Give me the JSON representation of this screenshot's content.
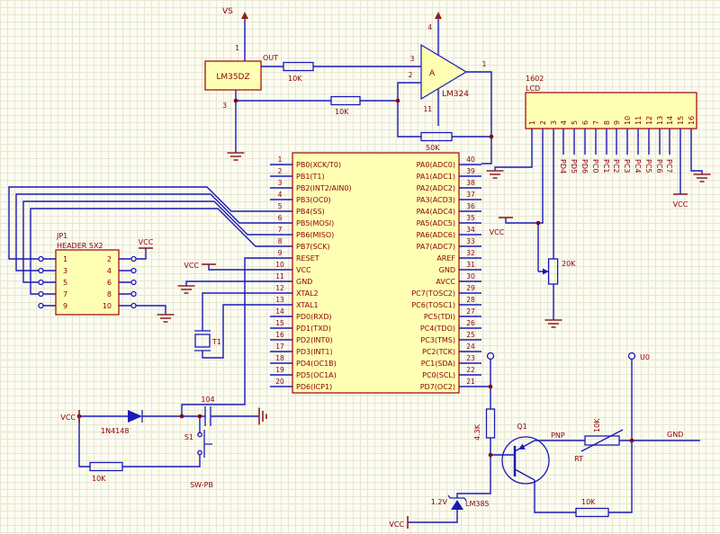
{
  "power": {
    "vs": "VS",
    "vcc": "VCC"
  },
  "amp": {
    "sensor": "LM35DZ",
    "sensor_pin1": "1",
    "sensor_pin3": "3",
    "out_net": "OUT",
    "r_in": "10K",
    "r_gnd": "10K",
    "r_fb": "50K",
    "ic": "LM324",
    "unit": "A",
    "pin_noninv": "3",
    "pin_inv": "2",
    "pin_out": "1",
    "pin_vplus": "4",
    "pin_vminus": "11"
  },
  "lcd": {
    "ref": "1602",
    "name": "LCD",
    "pins": [
      "1",
      "2",
      "3",
      "4",
      "5",
      "6",
      "7",
      "8",
      "9",
      "10",
      "11",
      "12",
      "13",
      "14",
      "15",
      "16"
    ],
    "nets": [
      "PD4",
      "PD5",
      "PD6",
      "PC0",
      "PC1",
      "PC2",
      "PC3",
      "PC4",
      "PC5",
      "PC6",
      "PC7"
    ],
    "contrast_pot": "20K"
  },
  "mcu": {
    "left": [
      {
        "n": "1",
        "name": "PB0(XCK/T0)"
      },
      {
        "n": "2",
        "name": "PB1(T1)"
      },
      {
        "n": "3",
        "name": "PB2(INT2/AIN0)"
      },
      {
        "n": "4",
        "name": "PB3(OC0)"
      },
      {
        "n": "5",
        "name": "PB4(SS)"
      },
      {
        "n": "6",
        "name": "PB5(MOSI)"
      },
      {
        "n": "7",
        "name": "PB6(MISO)"
      },
      {
        "n": "8",
        "name": "PB7(SCK)"
      },
      {
        "n": "9",
        "name": "RESET"
      },
      {
        "n": "10",
        "name": "VCC"
      },
      {
        "n": "11",
        "name": "GND"
      },
      {
        "n": "12",
        "name": "XTAL2"
      },
      {
        "n": "13",
        "name": "XTAL1"
      },
      {
        "n": "14",
        "name": "PD0(RXD)"
      },
      {
        "n": "15",
        "name": "PD1(TXD)"
      },
      {
        "n": "16",
        "name": "PD2(INT0)"
      },
      {
        "n": "17",
        "name": "PD3(INT1)"
      },
      {
        "n": "18",
        "name": "PD4(OC1B)"
      },
      {
        "n": "19",
        "name": "PD5(OC1A)"
      },
      {
        "n": "20",
        "name": "PD6(ICP1)"
      }
    ],
    "right": [
      {
        "n": "40",
        "name": "PA0(ADC0)"
      },
      {
        "n": "39",
        "name": "PA1(ADC1)"
      },
      {
        "n": "38",
        "name": "PA2(ADC2)"
      },
      {
        "n": "37",
        "name": "PA3(ACD3)"
      },
      {
        "n": "36",
        "name": "PA4(ADC4)"
      },
      {
        "n": "35",
        "name": "PA5(ADC5)"
      },
      {
        "n": "34",
        "name": "PA6(ADC6)"
      },
      {
        "n": "33",
        "name": "PA7(ADC7)"
      },
      {
        "n": "32",
        "name": "AREF"
      },
      {
        "n": "31",
        "name": "GND"
      },
      {
        "n": "30",
        "name": "AVCC"
      },
      {
        "n": "29",
        "name": "PC7(TOSC2)"
      },
      {
        "n": "28",
        "name": "PC6(TOSC1)"
      },
      {
        "n": "27",
        "name": "PC5(TDI)"
      },
      {
        "n": "26",
        "name": "PC4(TDO)"
      },
      {
        "n": "25",
        "name": "PC3(TMS)"
      },
      {
        "n": "24",
        "name": "PC2(TCK)"
      },
      {
        "n": "23",
        "name": "PC1(SDA)"
      },
      {
        "n": "22",
        "name": "PC0(SCL)"
      },
      {
        "n": "21",
        "name": "PD7(OC2)"
      }
    ]
  },
  "header": {
    "ref": "JP1",
    "type": "HEADER 5X2",
    "left_pins": [
      "1",
      "3",
      "5",
      "7",
      "9"
    ],
    "right_pins": [
      "2",
      "4",
      "6",
      "8",
      "10"
    ]
  },
  "xtal": {
    "ref": "T1"
  },
  "reset": {
    "diode": "1N4148",
    "cap": "104",
    "sw_ref": "S1",
    "sw_type": "SW-PB",
    "r_pullup": "10K"
  },
  "out_stage": {
    "q_ref": "Q1",
    "q_type": "PNP",
    "r_base": "4.3K",
    "rt_ref": "RT",
    "rt_val": "10K",
    "r_low": "10K",
    "vref_ref": "LM385",
    "vref_val": "1.2V",
    "u0": "U0",
    "gnd": "GND"
  },
  "colors": {
    "wire": "#1a1ab8",
    "body_fill": "#ffffb4",
    "body_border": "#a00000",
    "label": "#8b0000",
    "background": "#fcfcf2",
    "grid": "#e6e6d0"
  }
}
